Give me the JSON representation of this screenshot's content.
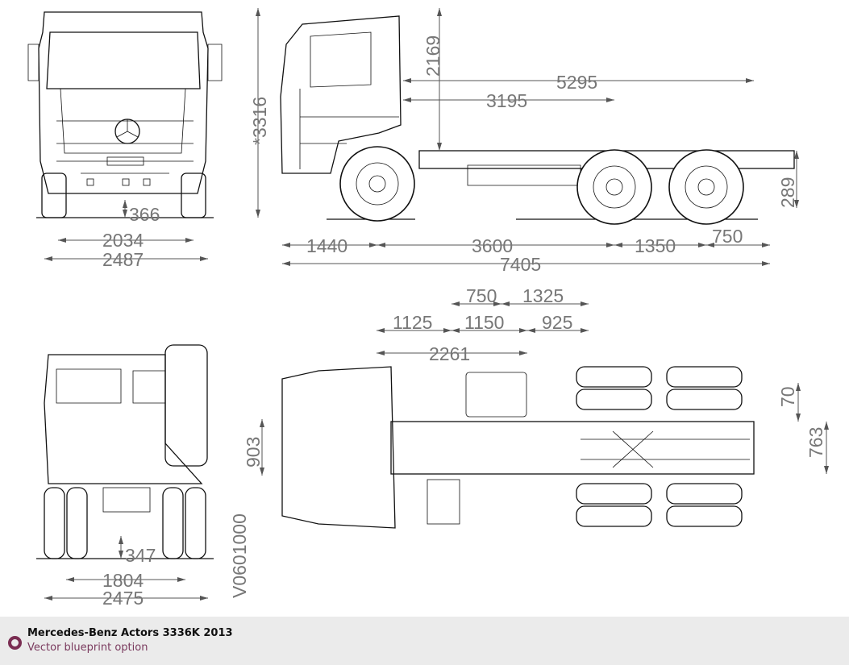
{
  "caption": {
    "title": "Mercedes-Benz Actors 3336K 2013",
    "subtitle": "Vector blueprint option",
    "accent_color": "#7a2d52"
  },
  "front_view": {
    "ground_clearance": "366",
    "track_width": "2034",
    "overall_width": "2487"
  },
  "side_view": {
    "overall_height": "*3316",
    "cab_height": "2169",
    "front_to_rear_axle_center": "5295",
    "cab_to_rear_axle": "3195",
    "frame_height": "289",
    "front_overhang": "1440",
    "wheelbase": "3600",
    "rear_axle_spacing": "1350",
    "rear_overhang": "750",
    "overall_length": "7405"
  },
  "top_view": {
    "dim_750": "750",
    "dim_1325": "1325",
    "dim_1125": "1125",
    "dim_1150": "1150",
    "dim_925": "925",
    "dim_2261": "2261",
    "frame_width": "903",
    "dim_70": "70",
    "dim_763": "763"
  },
  "rear_view": {
    "ground_clearance": "347",
    "track_width": "1804",
    "overall_width": "2475",
    "drawing_code": "V0601000"
  }
}
